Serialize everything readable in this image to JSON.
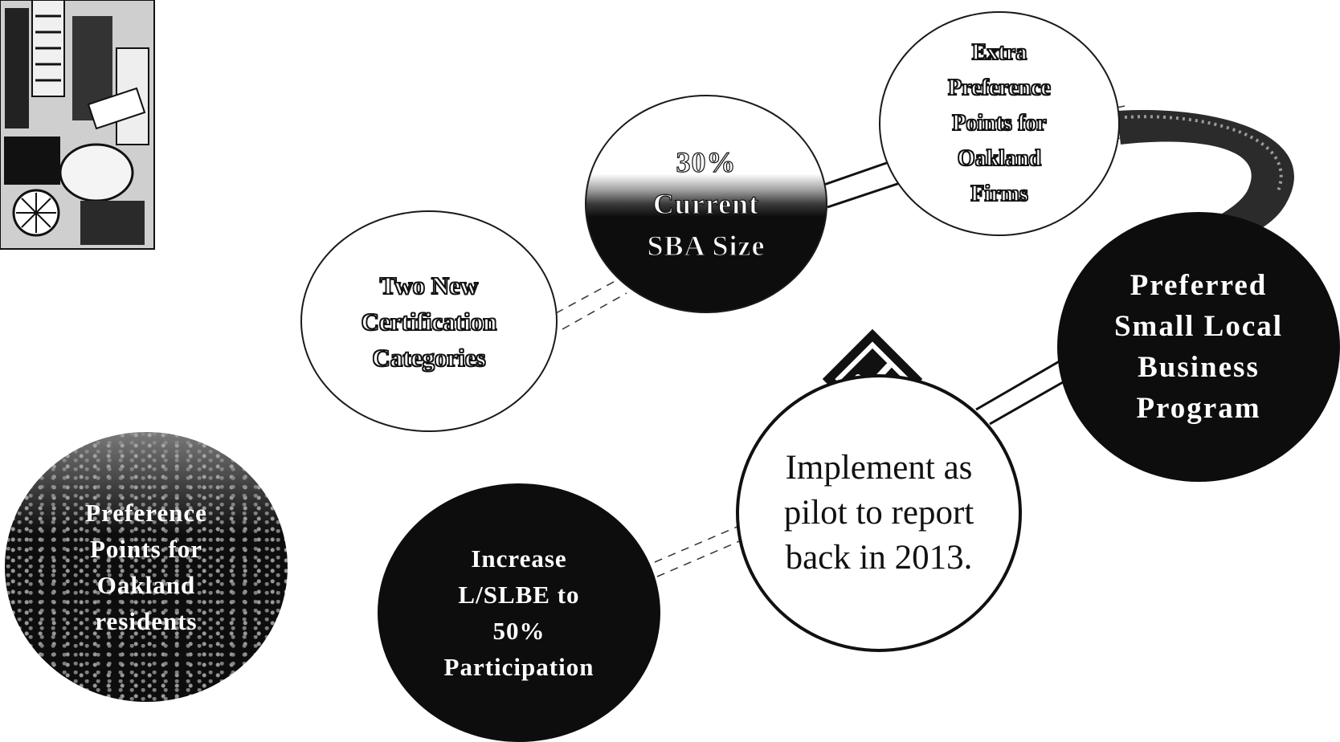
{
  "nodes": {
    "preference_residents": "Preference\nPoints for\nOakland\nresidents",
    "increase_lslbe": "Increase\nL/SLBE to\n50%\nParticipation",
    "two_new_categories": "Two New\nCertification\nCategories",
    "sba_size": "30%\nCurrent\nSBA Size",
    "extra_preference": "Extra\nPreference\nPoints for\nOakland\nFirms",
    "preferred_program": "Preferred\nSmall Local\nBusiness\nProgram",
    "pilot": "Implement as\npilot to report\nback in 2013."
  },
  "colors": {
    "dark_fill": "#0d0d0d",
    "outline": "#1a1a1a",
    "background": "#ffffff"
  },
  "icons": {
    "check": "diamond-checkmark-icon",
    "illustration": "city-collage-illustration"
  }
}
